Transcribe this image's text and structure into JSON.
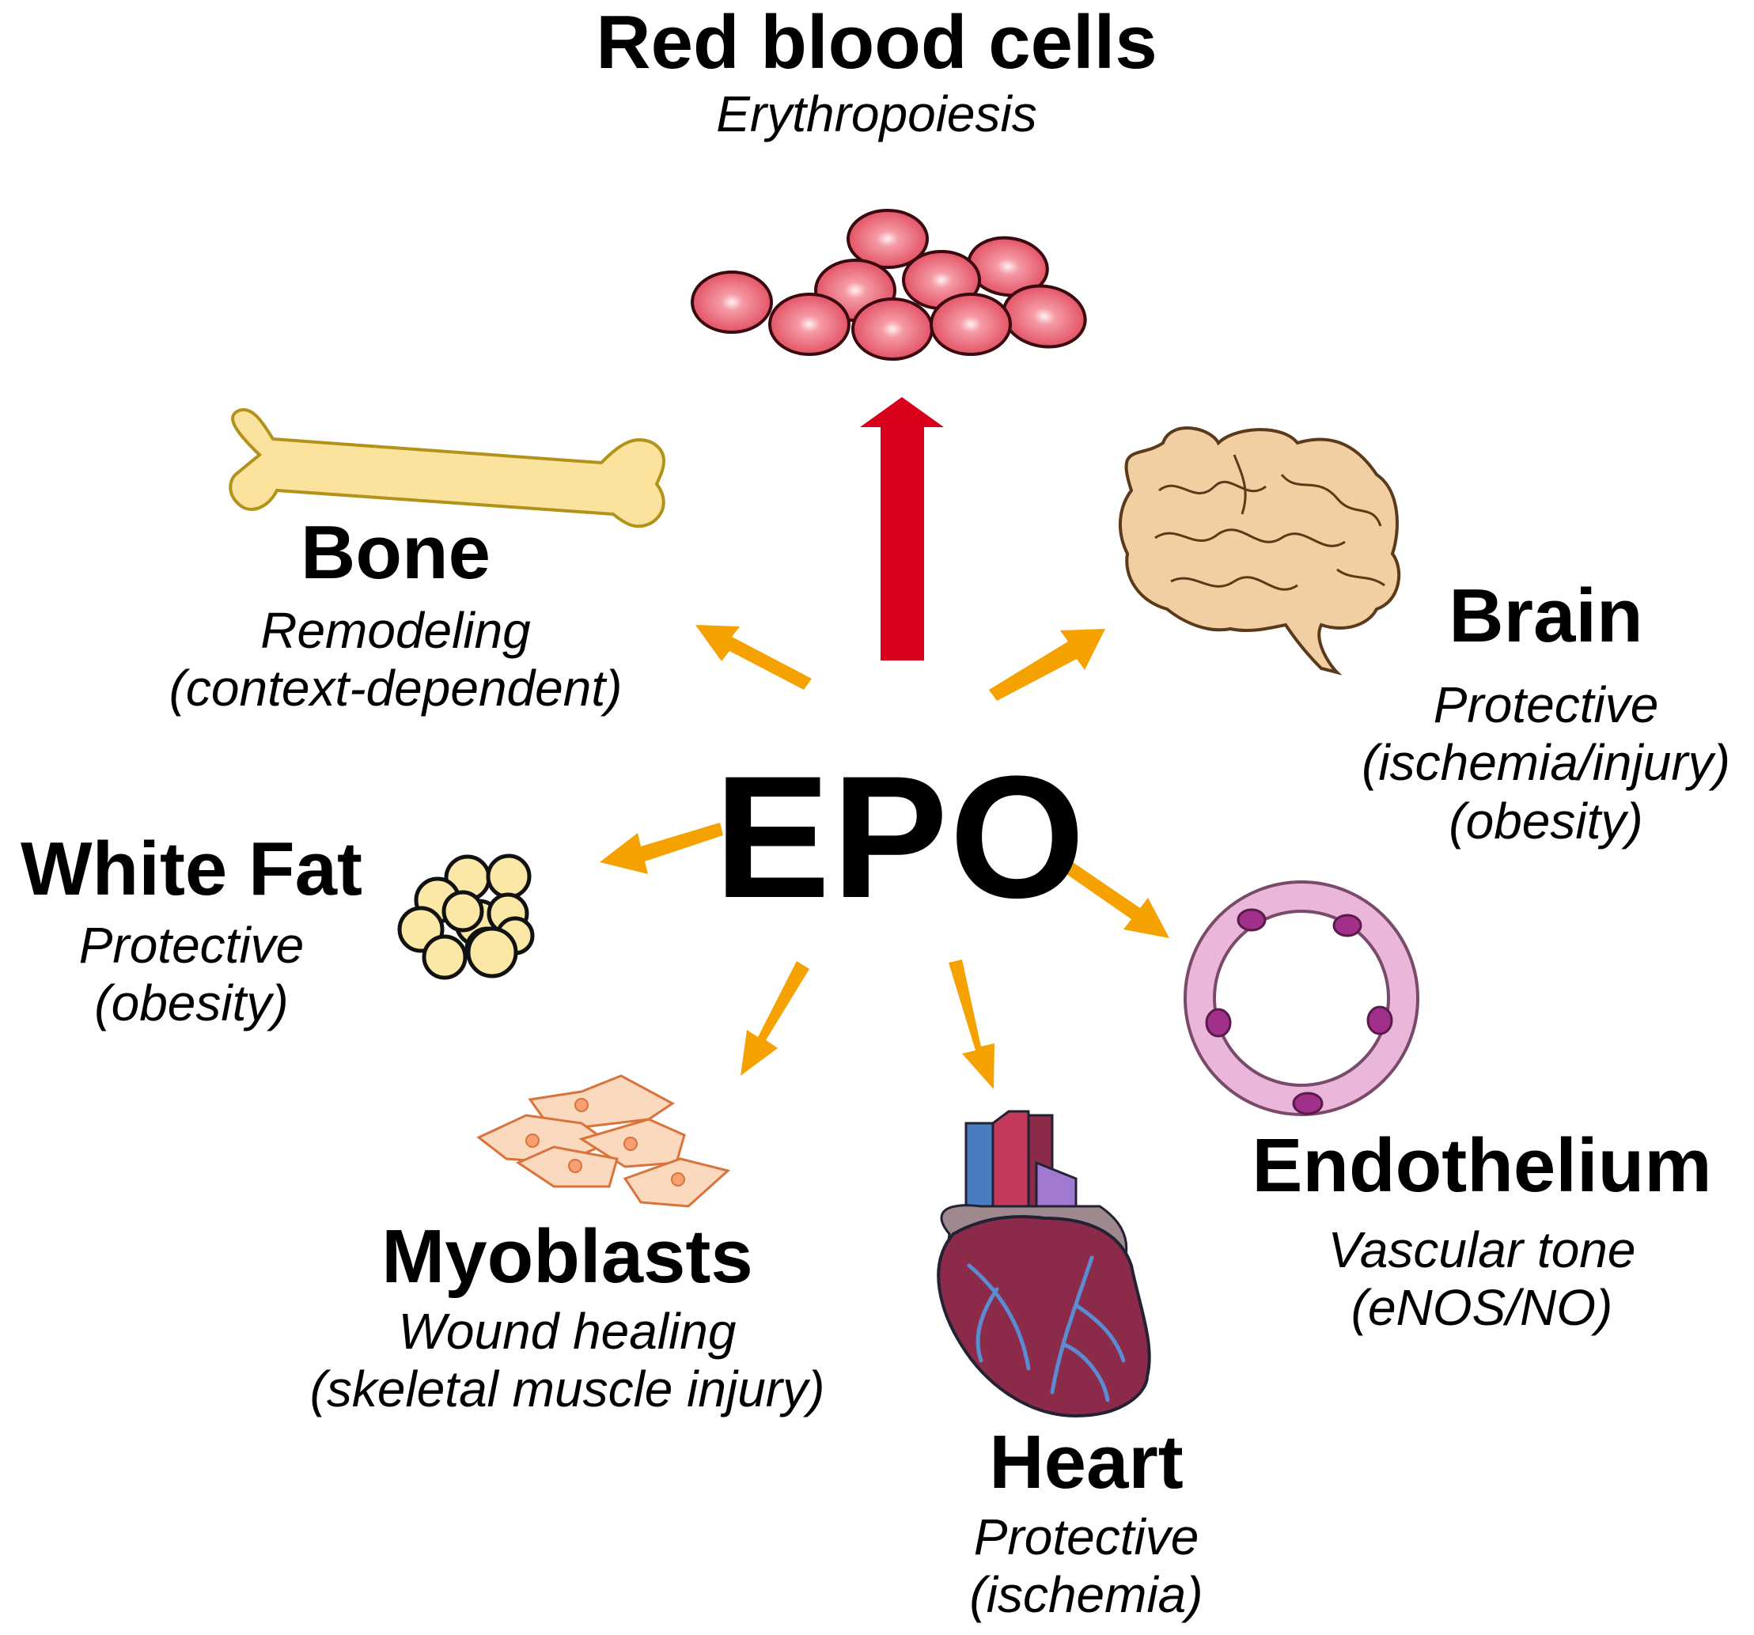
{
  "center": {
    "label": "EPO"
  },
  "targets": {
    "red_blood_cells": {
      "title": "Red blood cells",
      "line1": "Erythropoiesis"
    },
    "bone": {
      "title": "Bone",
      "line1": "Remodeling",
      "line2": "(context-dependent)"
    },
    "brain": {
      "title": "Brain",
      "line1": "Protective",
      "line2": "(ischemia/injury)",
      "line3": "(obesity)"
    },
    "white_fat": {
      "title": "White Fat",
      "line1": "Protective",
      "line2": "(obesity)"
    },
    "endothelium": {
      "title": "Endothelium",
      "line1": "Vascular tone",
      "line2": "(eNOS/NO)"
    },
    "myoblasts": {
      "title": "Myoblasts",
      "line1": "Wound healing",
      "line2": "(skeletal muscle injury)"
    },
    "heart": {
      "title": "Heart",
      "line1": "Protective",
      "line2": "(ischemia)"
    }
  },
  "colors": {
    "main_arrow": "#d9001b",
    "side_arrow": "#f5a100",
    "rbc": "#e55a6a",
    "bone": "#fbe39d",
    "brain": "#f1cfa2",
    "fat": "#fbe8a6",
    "endothelium": "#eab6da",
    "myoblast": "#fbd9bf",
    "heart": "#8c2a4a"
  },
  "icons": [
    "red-blood-cells-icon",
    "bone-icon",
    "brain-icon",
    "white-fat-icon",
    "endothelium-icon",
    "myoblasts-icon",
    "heart-icon"
  ]
}
